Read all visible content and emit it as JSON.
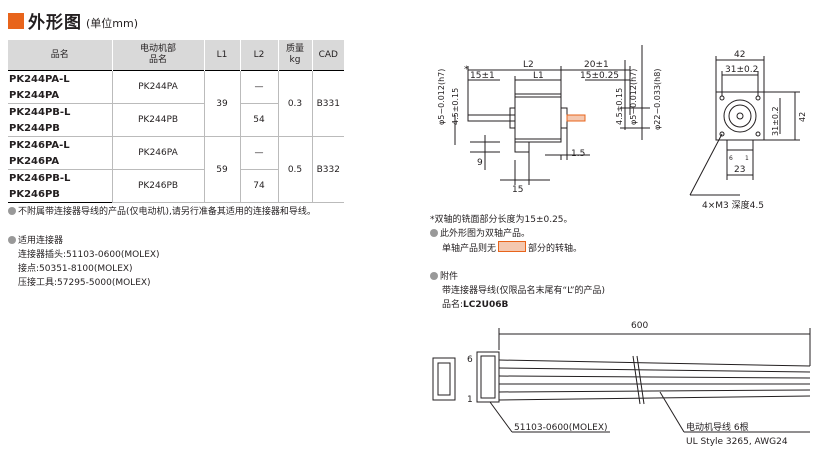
{
  "header": {
    "title": "外形图",
    "unit": "(单位mm)"
  },
  "table": {
    "headers": [
      "品名",
      "电动机部\n品名",
      "L1",
      "L2",
      "质量\nkg",
      "CAD"
    ],
    "rows": [
      {
        "pn": "PK244PA-L",
        "motor": "PK244PA",
        "l1": "39",
        "l2": "—",
        "mass": "0.3",
        "cad": "B331"
      },
      {
        "pn": "PK244PA",
        "motor": "",
        "l1": "",
        "l2": "",
        "mass": "",
        "cad": ""
      },
      {
        "pn": "PK244PB-L",
        "motor": "PK244PB",
        "l1": "",
        "l2": "54",
        "mass": "",
        "cad": ""
      },
      {
        "pn": "PK244PB",
        "motor": "",
        "l1": "",
        "l2": "",
        "mass": "",
        "cad": ""
      },
      {
        "pn": "PK246PA-L",
        "motor": "PK246PA",
        "l1": "59",
        "l2": "—",
        "mass": "0.5",
        "cad": "B332"
      },
      {
        "pn": "PK246PA",
        "motor": "",
        "l1": "",
        "l2": "",
        "mass": "",
        "cad": ""
      },
      {
        "pn": "PK246PB-L",
        "motor": "PK246PB",
        "l1": "",
        "l2": "74",
        "mass": "",
        "cad": ""
      },
      {
        "pn": "PK246PB",
        "motor": "",
        "l1": "",
        "l2": "",
        "mass": "",
        "cad": ""
      }
    ]
  },
  "notes": {
    "note1": "不附属带连接器导线的产品(仅电动机),请另行准备其适用的连接器和导线。",
    "connector_title": "适用连接器",
    "plug": "连接器插头:51103-0600(MOLEX)",
    "contact": "接点:50351-8100(MOLEX)",
    "tool": "压接工具:57295-5000(MOLEX)"
  },
  "right_notes": {
    "shaft_note": "*双轴的铣面部分长度为15±0.25。",
    "dual_note": "此外形图为双轴产品。",
    "single_pre": "单轴产品则无",
    "single_post": "部分的转轴。",
    "acc_title": "附件",
    "acc_desc": "带连接器导线(仅限品名末尾有“L”的产品)",
    "acc_pn_label": "品名:",
    "acc_pn": "LC2U06B"
  },
  "drawing": {
    "L2": "L2",
    "L1": "L1",
    "d20": "20±1",
    "d15a": "15±1",
    "d15b": "15±0.25",
    "d45a": "4.5±0.15",
    "d45b": "4.5±0.15",
    "phi5a": "φ5−0.012(h7)",
    "phi5b": "φ5−0.012(h7)",
    "phi22": "φ22−0.033(h8)",
    "d9": "9",
    "d15": "15",
    "d15c": "1.5",
    "d42": "42",
    "d31a": "31±0.2",
    "d31b": "31±0.2",
    "d42b": "42",
    "d23": "23",
    "pin6": "6",
    "pin1": "1",
    "m3": "4×M3 深度4.5",
    "star": "*"
  },
  "cable": {
    "length": "600",
    "pin6": "6",
    "pin1": "1",
    "connector": "51103-0600(MOLEX)",
    "lead": "电动机导线 6根",
    "spec": "UL Style 3265, AWG24"
  }
}
